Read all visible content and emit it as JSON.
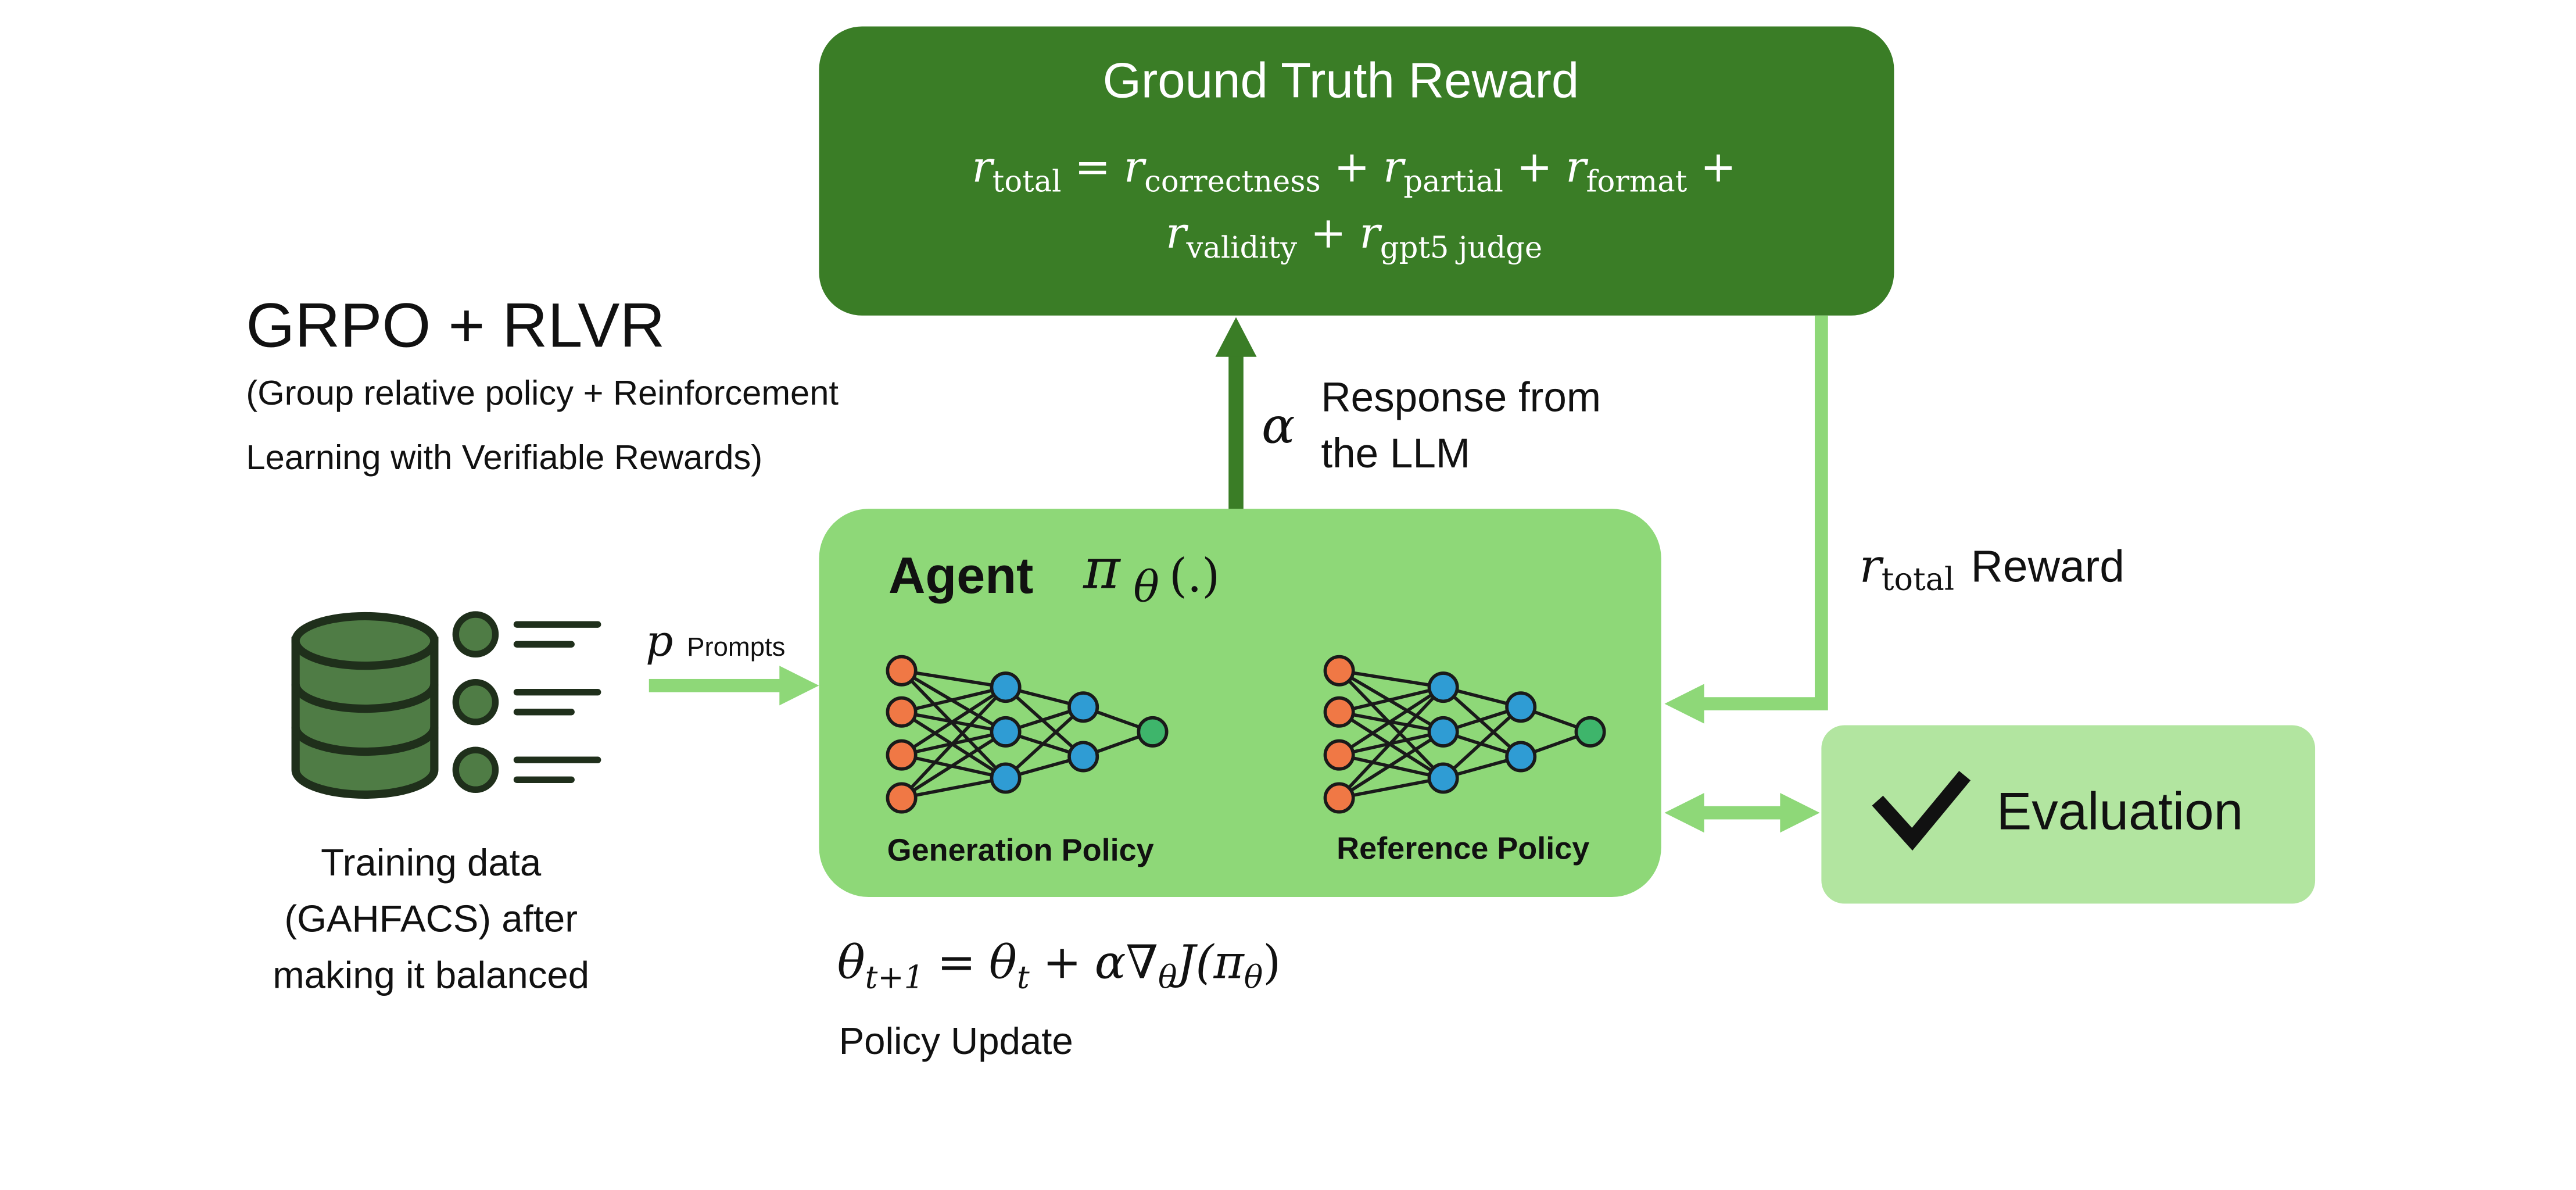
{
  "colors": {
    "dark_green": "#3A7D26",
    "mid_green": "#5BB845",
    "light_green": "#8ED878",
    "pale_green": "#B2E5A0",
    "db_green": "#4F7C45",
    "text": "#111111"
  },
  "title": {
    "main": "GRPO + RLVR",
    "sub_line1": "(Group relative policy + Reinforcement",
    "sub_line2": "Learning with Verifiable Rewards)"
  },
  "ground_truth": {
    "title": "Ground Truth Reward",
    "eq": {
      "r": "r",
      "total": "total",
      "eq": "=",
      "plus": "+",
      "correctness": "correctness",
      "partial": "partial",
      "format": "format",
      "validity": "validity",
      "gpt5": "gpt5 judge"
    }
  },
  "response": {
    "symbol": "α",
    "line1": "Response from",
    "line2": "the LLM"
  },
  "reward": {
    "r": "r",
    "sub": "total",
    "label": "Reward"
  },
  "prompts": {
    "symbol": "p",
    "label": "Prompts"
  },
  "agent": {
    "title": "Agent",
    "pi": "π",
    "theta": "θ",
    "args": "(.)",
    "gen_label": "Generation Policy",
    "ref_label": "Reference Policy"
  },
  "training": {
    "line1": "Training data",
    "line2": "(GAHFACS) after",
    "line3": "making it balanced"
  },
  "update": {
    "theta": "θ",
    "t1": "t+1",
    "eq": "=",
    "t": "t",
    "plus": "+",
    "alpha": "α",
    "nabla": "∇",
    "J": "J",
    "open": "(π",
    "close": ")",
    "label": "Policy Update"
  },
  "evaluation": {
    "label": "Evaluation"
  }
}
